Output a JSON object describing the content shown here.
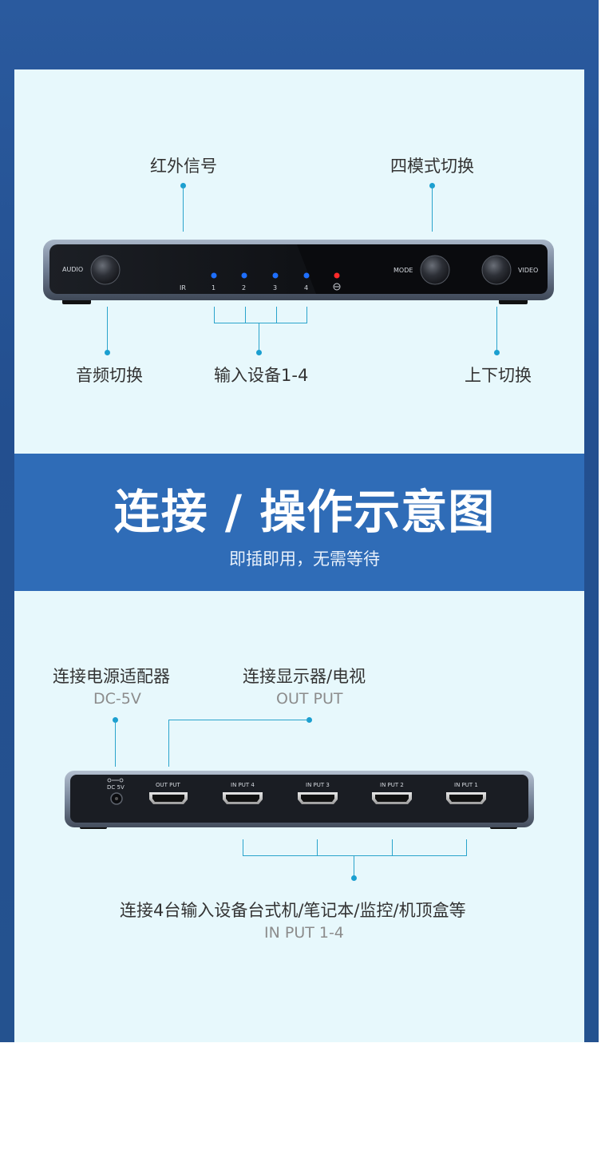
{
  "top_callouts": {
    "ir": "红外信号",
    "mode": "四模式切换",
    "audio": "音频切换",
    "inputs": "输入设备1-4",
    "updown": "上下切换"
  },
  "front_panel": {
    "audio_label": "AUDIO",
    "ir_label": "IR",
    "led_labels": [
      "1",
      "2",
      "3",
      "4"
    ],
    "mode_label": "MODE",
    "video_label": "VIDEO"
  },
  "banner": {
    "title": "连接 / 操作示意图",
    "subtitle": "即插即用，无需等待"
  },
  "bottom_callouts": {
    "power": "连接电源适配器",
    "power_sub": "DC-5V",
    "display": "连接显示器/电视",
    "display_sub": "OUT PUT",
    "inputs": "连接4台输入设备台式机/笔记本/监控/机顶盒等",
    "inputs_sub": "IN PUT 1-4"
  },
  "rear_panel": {
    "dc_label": "DC 5V",
    "ports": [
      "OUT PUT",
      "IN PUT 4",
      "IN PUT 3",
      "IN PUT 2",
      "IN PUT 1"
    ]
  },
  "colors": {
    "background": "#24528f",
    "panel": "#e7f8fc",
    "banner": "#2f6cb7",
    "callout_line": "#2aa4cc",
    "led_blue": "#1e6fff",
    "led_red": "#ff2a2a"
  }
}
